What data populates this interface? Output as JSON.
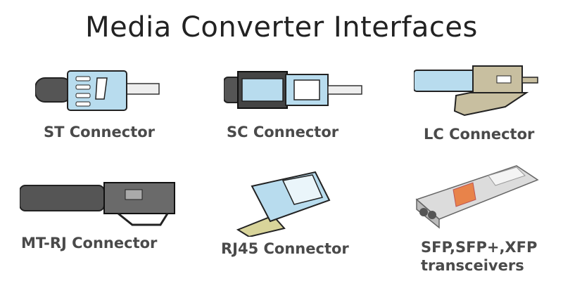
{
  "title": "Media Converter Interfaces",
  "connectors": [
    {
      "label": "ST Connector"
    },
    {
      "label": "SC Connector"
    },
    {
      "label": "LC Connector"
    },
    {
      "label": "MT-RJ Connector"
    },
    {
      "label": "RJ45 Connector"
    },
    {
      "label": "SFP,SFP+,XFP",
      "label2": "transceivers"
    }
  ],
  "colors": {
    "connector_blue": "#b8dcee",
    "cable_dark": "#555555",
    "lc_beige": "#c8bfa0",
    "sfp_orange": "#e8834a"
  }
}
